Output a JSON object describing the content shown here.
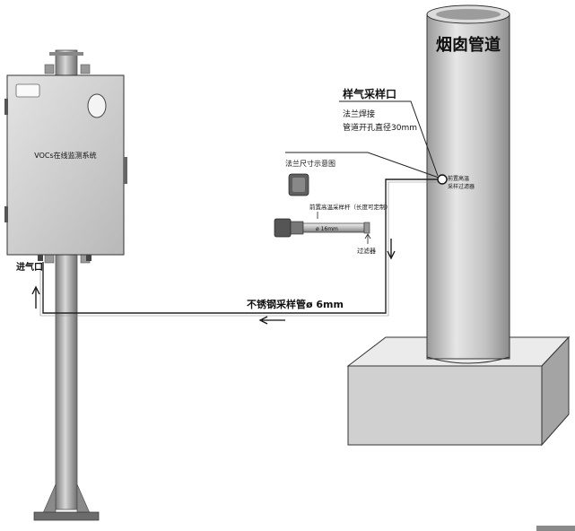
{
  "labels": {
    "chimney_title": "烟囱管道",
    "cabinet_name": "VOCs在线监测系统",
    "sampling_port": "样气采样口",
    "flange_weld": "法兰焊接",
    "pipe_hole": "管道开孔直径30mm",
    "flange_size_diagram": "法兰尺寸示意图",
    "probe_length": "前置高温采样杆（长度可定制）",
    "probe_diameter": "ø 16mm",
    "filter": "过滤器",
    "probe_inside_line1": "前置高温",
    "probe_inside_line2": "采样过滤器",
    "air_inlet": "进气口",
    "steel_pipe": "不锈钢采样管ø 6mm"
  },
  "colors": {
    "chimney": "#c8c8c8",
    "cabinet": "#d2d2d2",
    "pole": "#a8a8a8",
    "line": "#222222",
    "base": "#d6d6d6"
  }
}
